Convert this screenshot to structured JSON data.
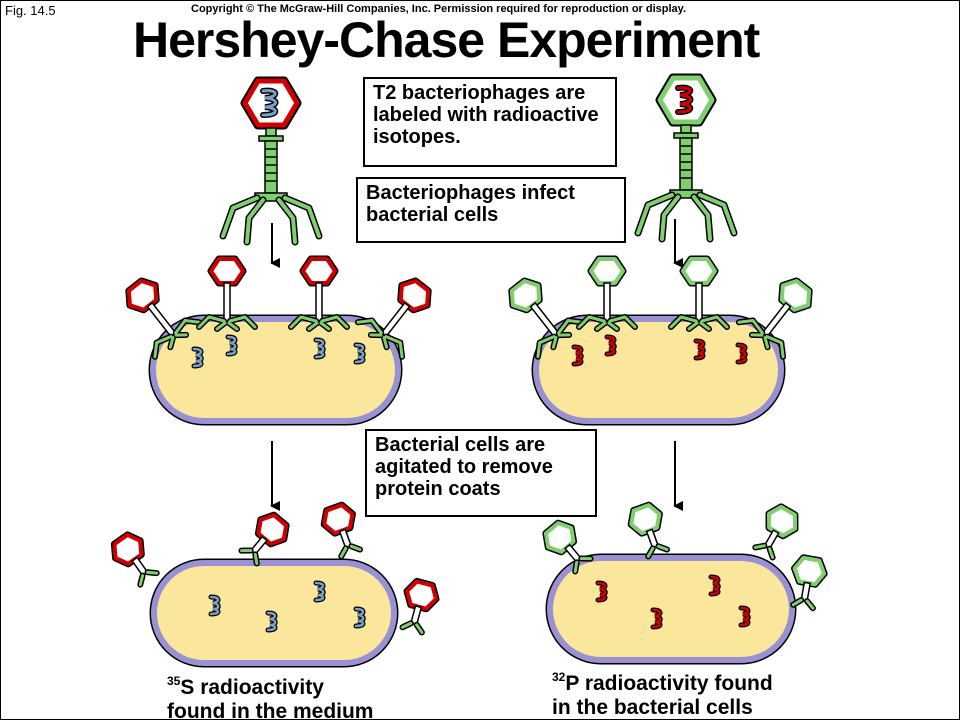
{
  "fig_label": "Fig. 14.5",
  "copyright": "Copyright © The McGraw-Hill Companies, Inc. Permission required for reproduction or display.",
  "title": "Hershey-Chase Experiment",
  "steps": {
    "label_phages": "T2 bacteriophages are labeled with radioactive isotopes.",
    "infect": "Bacteriophages infect bacterial cells",
    "agitate": "Bacterial cells are agitated to remove protein coats"
  },
  "results": {
    "left_isotope": "35",
    "left_line1_rest": "S radioactivity",
    "left_line2": "found in the medium",
    "right_isotope": "32",
    "right_line1_rest": "P radioactivity found",
    "right_line2": "in the bacterial cells"
  },
  "colors": {
    "sulfur_label": "#d10000",
    "phosphorus_label": "#d10000",
    "phage_green": "#7fcf6e",
    "dna_blue": "#7b9ec8",
    "cell_fill": "#fbe79b",
    "cell_membrane": "#9a91d2"
  }
}
